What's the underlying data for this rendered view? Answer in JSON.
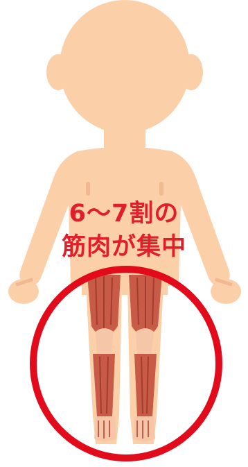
{
  "caption": {
    "line1": "6～7割の",
    "line2": "筋肉が集中"
  },
  "colors": {
    "skin": "#fbd0a9",
    "skin_shadow": "#f2b890",
    "muscle": "#c85a48",
    "muscle_dark": "#a33d2e",
    "tendon": "#f6c6a8",
    "highlight_ring": "#e10b1c",
    "caption_text": "#e11e2a"
  },
  "figure": {
    "subject": "human-body-back-view",
    "highlighted_region": "legs"
  }
}
